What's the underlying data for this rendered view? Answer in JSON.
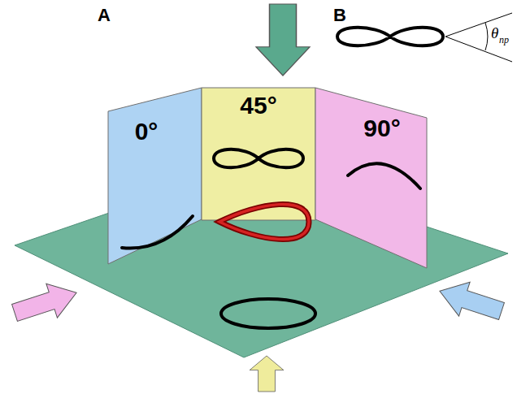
{
  "diagram": {
    "nodes": [
      {
        "text": [
          "0°"
        ]
      },
      {
        "text": [
          "45°"
        ]
      },
      {
        "text": [
          "90°"
        ]
      }
    ],
    "labels": [
      "A",
      "B",
      "θ",
      "np"
    ]
  }
}
